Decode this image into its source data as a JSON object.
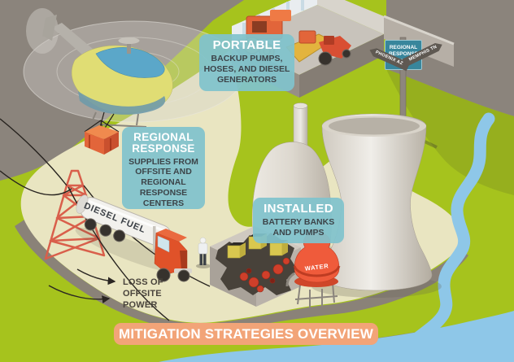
{
  "banner": {
    "label": "MITIGATION STRATEGIES OVERVIEW"
  },
  "callouts": {
    "portable": {
      "title": "PORTABLE",
      "body": "BACKUP PUMPS, HOSES, AND DIESEL GENERATORS"
    },
    "regional_response": {
      "title": "REGIONAL RESPONSE",
      "body": "SUPPLIES FROM OFFSITE AND REGIONAL RESPONSE CENTERS"
    },
    "installed": {
      "title": "INSTALLED",
      "body": "BATTERY BANKS AND PUMPS"
    }
  },
  "signpost": {
    "board": "REGIONAL RESPONSE CENTERS",
    "left_arrow": "PHOENIX AZ",
    "right_arrow": "MEMPHIS TN"
  },
  "labels": {
    "loss_of_offsite_power": "LOSS OF OFFSITE POWER",
    "diesel_truck": "DIESEL FUEL",
    "water_tank": "WATER"
  },
  "colors": {
    "grass_green": "#a6c31d",
    "ground_gray": "#8b847c",
    "path_beige": "#e9e5c1",
    "river_blue": "#8ec7e8",
    "callout_teal": "#80c3cc",
    "sign_teal": "#38869c",
    "banner_orange": "#f2a478",
    "pylon_red": "#d95f4b",
    "water_tank_orange": "#ef5b3b",
    "truck_cab_red": "#e05229",
    "battery_yellow": "#d9c74f",
    "equipment_orange": "#e2653a"
  }
}
